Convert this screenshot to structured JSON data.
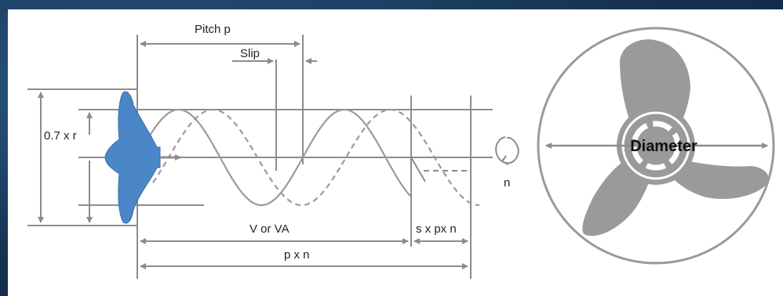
{
  "labels": {
    "pitch": "Pitch p",
    "slip": "Slip",
    "radius": "0.7 x r",
    "rotation": "n",
    "velocity": "V or VA",
    "slip_distance": "s x px n",
    "pitch_distance": "p x n",
    "diameter": "Diameter"
  },
  "icons": {
    "propeller_side": "propeller-side-view-icon",
    "propeller_front": "three-blade-propeller-icon",
    "rotation_arrow": "rotation-arrow-icon"
  },
  "colors": {
    "propeller_side": "#4a86c8",
    "propeller_front": "#9a9a9a",
    "lines": "#8c8c8c",
    "background": "#ffffff"
  }
}
